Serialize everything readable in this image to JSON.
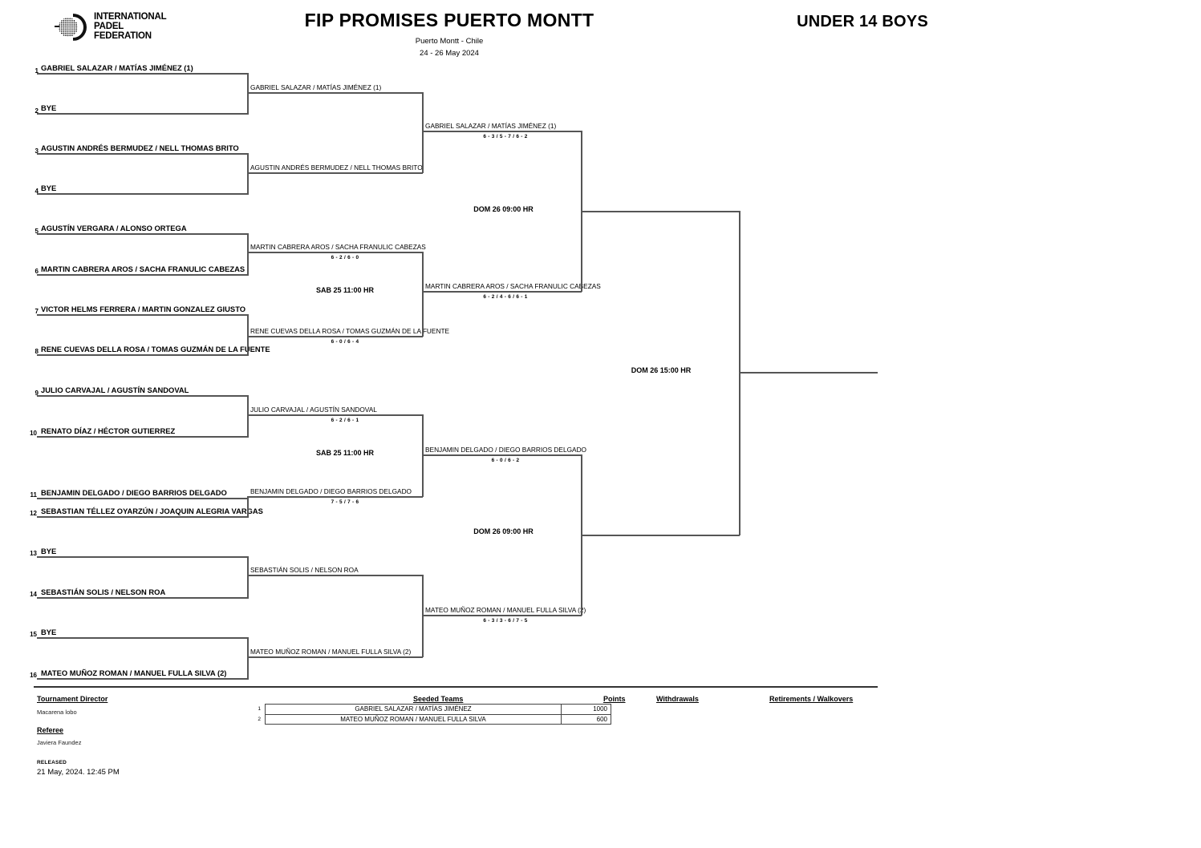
{
  "header": {
    "logo_line1": "INTERNATIONAL",
    "logo_line2": "PADEL",
    "logo_line3": "FEDERATION",
    "event_title": "FIP PROMISES PUERTO MONTT",
    "event_city": "Puerto Montt - Chile",
    "event_dates": "24 - 26 May 2024",
    "category": "UNDER 14 BOYS"
  },
  "round1": [
    {
      "seed": "1",
      "name": "GABRIEL SALAZAR / MATÍAS JIMÉNEZ (1)"
    },
    {
      "seed": "2",
      "name": "BYE"
    },
    {
      "seed": "3",
      "name": "AGUSTIN ANDRÉS BERMUDEZ / NELL THOMAS BRITO"
    },
    {
      "seed": "4",
      "name": "BYE"
    },
    {
      "seed": "5",
      "name": "AGUSTÍN VERGARA / ALONSO ORTEGA"
    },
    {
      "seed": "6",
      "name": "MARTIN CABRERA AROS / SACHA FRANULIC CABEZAS"
    },
    {
      "seed": "7",
      "name": "VICTOR HELMS FERRERA / MARTIN GONZALEZ GIUSTO"
    },
    {
      "seed": "8",
      "name": "RENE CUEVAS DELLA ROSA / TOMAS GUZMÁN DE LA FUENTE"
    },
    {
      "seed": "9",
      "name": "JULIO CARVAJAL / AGUSTÍN SANDOVAL"
    },
    {
      "seed": "10",
      "name": "RENATO DÍAZ / HÉCTOR GUTIERREZ"
    },
    {
      "seed": "11",
      "name": "BENJAMIN DELGADO / DIEGO BARRIOS DELGADO"
    },
    {
      "seed": "12",
      "name": "SEBASTIAN TÉLLEZ OYARZÚN / JOAQUIN ALEGRIA VARGAS"
    },
    {
      "seed": "13",
      "name": "BYE"
    },
    {
      "seed": "14",
      "name": "SEBASTIÁN SOLIS / NELSON ROA"
    },
    {
      "seed": "15",
      "name": "BYE"
    },
    {
      "seed": "16",
      "name": "MATEO MUÑOZ ROMAN / MANUEL FULLA SILVA (2)"
    }
  ],
  "round2": [
    {
      "name": "GABRIEL SALAZAR / MATÍAS JIMÉNEZ (1)",
      "score": "",
      "time": ""
    },
    {
      "name": "AGUSTIN ANDRÉS BERMUDEZ / NELL THOMAS BRITO",
      "score": "",
      "time": ""
    },
    {
      "name": "MARTIN CABRERA AROS / SACHA FRANULIC CABEZAS",
      "score": "6 - 2 / 6 - 0",
      "time": "SAB 25 11:00 HR"
    },
    {
      "name": "RENE CUEVAS DELLA ROSA / TOMAS GUZMÁN DE LA FUENTE",
      "score": "6 - 0 / 6 - 4",
      "time": ""
    },
    {
      "name": "JULIO CARVAJAL / AGUSTÍN SANDOVAL",
      "score": "6 - 2 / 6 - 1",
      "time": "SAB 25 11:00 HR"
    },
    {
      "name": "BENJAMIN DELGADO / DIEGO BARRIOS DELGADO",
      "score": "7 - 5 / 7 - 6",
      "time": ""
    },
    {
      "name": "SEBASTIÁN SOLIS / NELSON ROA",
      "score": "",
      "time": ""
    },
    {
      "name": "MATEO MUÑOZ ROMAN / MANUEL FULLA SILVA (2)",
      "score": "",
      "time": ""
    }
  ],
  "round3": [
    {
      "name": "GABRIEL SALAZAR / MATÍAS JIMÉNEZ (1)",
      "score": "6 - 3 / 5 - 7 / 6 - 2",
      "time": "DOM 26 09:00 HR"
    },
    {
      "name": "MARTIN CABRERA AROS / SACHA FRANULIC CABEZAS",
      "score": "6 - 2 / 4 - 6 / 6 - 1",
      "time": ""
    },
    {
      "name": "BENJAMIN DELGADO / DIEGO BARRIOS DELGADO",
      "score": "6 - 0 / 6 - 2",
      "time": "DOM 26 09:00 HR"
    },
    {
      "name": "MATEO MUÑOZ ROMAN / MANUEL FULLA SILVA (2)",
      "score": "6 - 3 / 3 - 6 / 7 - 5",
      "time": ""
    }
  ],
  "final": {
    "time": "DOM 26 15:00 HR",
    "winner": ""
  },
  "footer": {
    "tournament_director_label": "Tournament Director",
    "tournament_director": "Macarena lobo",
    "referee_label": "Referee",
    "referee": "Javiera Faundez",
    "released_label": "RELEASED",
    "released": "21 May, 2024. 12:45 PM",
    "seeded_teams_label": "Seeded Teams",
    "points_label": "Points",
    "withdrawals_label": "Withdrawals",
    "retirements_label": "Retirements / Walkovers",
    "seeded": [
      {
        "idx": "1",
        "team": "GABRIEL SALAZAR / MATÍAS JIMÉNEZ",
        "points": "1000"
      },
      {
        "idx": "2",
        "team": "MATEO MUÑOZ ROMAN / MANUEL FULLA SILVA",
        "points": "600"
      }
    ]
  }
}
